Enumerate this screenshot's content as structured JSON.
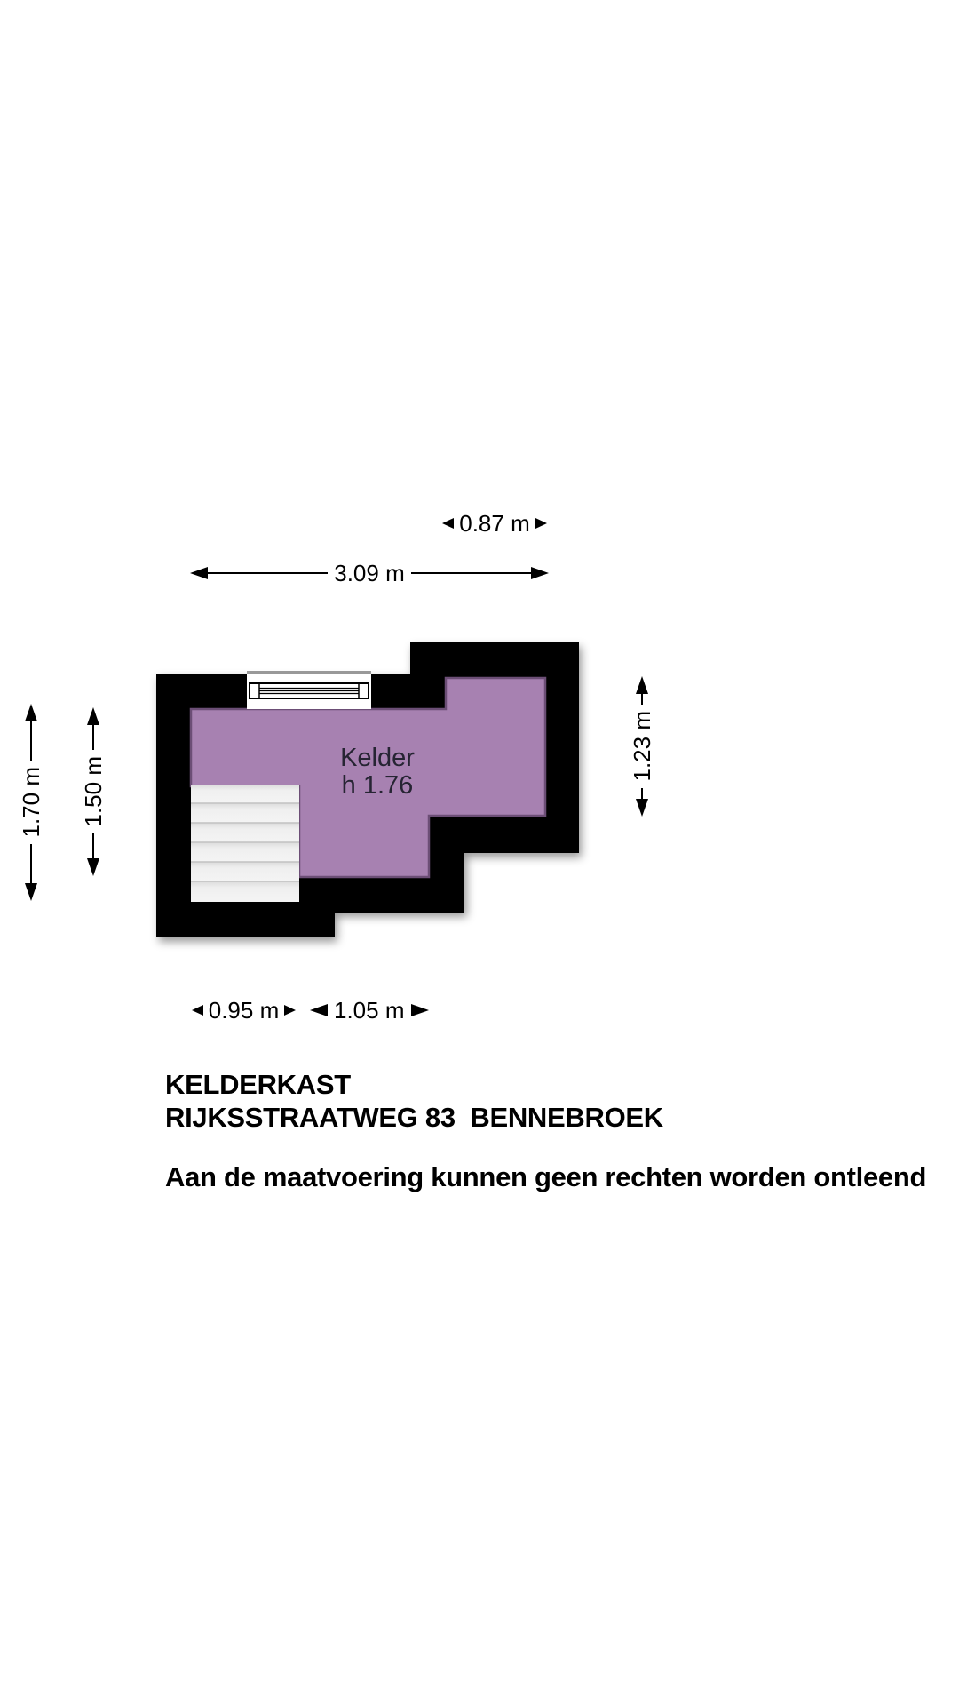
{
  "page": {
    "background": "#ffffff"
  },
  "plan": {
    "room_label": "Kelder",
    "room_height": "h 1.76"
  },
  "colors": {
    "wall": "#000000",
    "room_fill": "#a781b1",
    "room_outline": "#6c4e76",
    "stairs_fill": "#f0f0f0",
    "stairs_line": "#c2c2c2",
    "window_outer_line": "#999999",
    "room_text": "#262433",
    "dimension_text": "#000000"
  },
  "dimensions": {
    "top_small": "0.87 m",
    "top": "3.09 m",
    "left_outer": "1.70 m",
    "left_inner": "1.50 m",
    "right": "1.23 m",
    "bottom_left": "0.95 m",
    "bottom_right": "1.05 m"
  },
  "footer": {
    "title_line1": "KELDERKAST",
    "title_line2": "RIJKSSTRAATWEG 83  BENNEBROEK",
    "disclaimer": "Aan de maatvoering kunnen geen rechten worden ontleend"
  }
}
